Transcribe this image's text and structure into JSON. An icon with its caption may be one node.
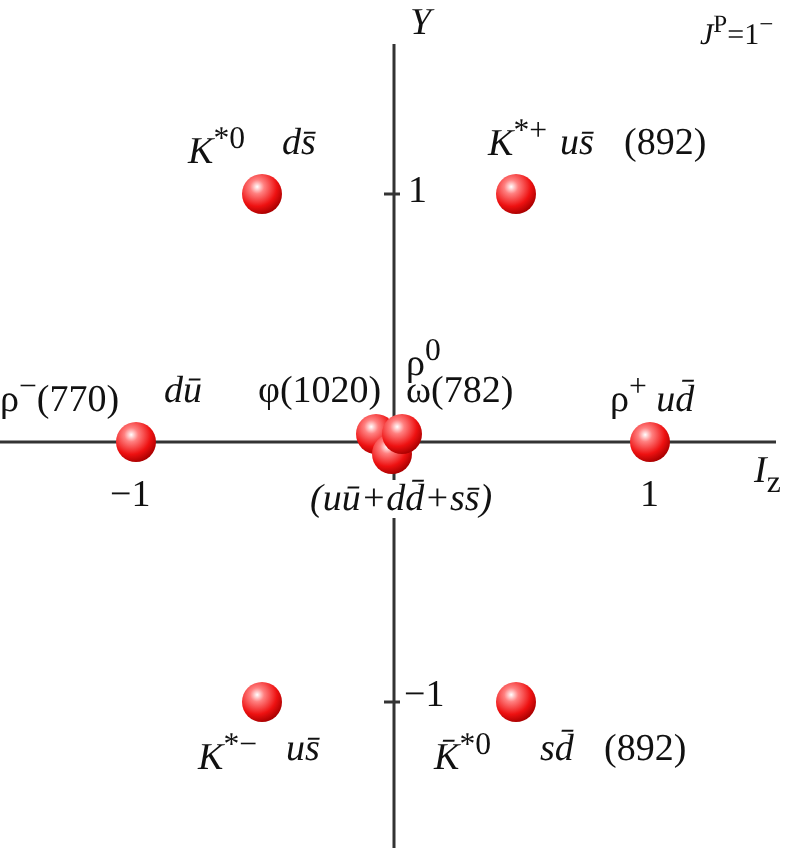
{
  "diagram": {
    "nodes": [
      {
        "text": [],
        "shape": "circle",
        "beside": [
          "*K*$^{*0}$",
          "ds̄"
        ]
      },
      {
        "text": [],
        "shape": "circle",
        "beside": [
          "*K*$^{*+}$",
          "us̄",
          "(892)"
        ]
      },
      {
        "text": [],
        "shape": "circle",
        "beside": [
          "ρ$^{−}$(770)",
          "dū"
        ]
      },
      {
        "text": [],
        "shape": "circle",
        "beside": [
          "φ(1020)"
        ]
      },
      {
        "text": [],
        "shape": "circle",
        "beside": [
          "ρ$^{0}$",
          "ω(782)"
        ]
      },
      {
        "text": [],
        "shape": "circle",
        "beside": [
          "(uū+dd̄+ss̄)"
        ]
      },
      {
        "text": [],
        "shape": "circle",
        "beside": [
          "ρ$^{+}$ *ud̄*"
        ]
      },
      {
        "text": [],
        "shape": "circle",
        "beside": [
          "*K*$^{*−}$",
          "us̄"
        ]
      },
      {
        "text": [],
        "shape": "circle",
        "beside": [
          "*K̄*$^{*0}$",
          "sd̄",
          "(892)"
        ]
      }
    ],
    "edges": [],
    "labels": [
      "*J*$^{P}$=1$^{−}$",
      "*Y*",
      "1",
      "−1",
      "1",
      "*I*$_{z}$",
      "−1"
    ]
  }
}
